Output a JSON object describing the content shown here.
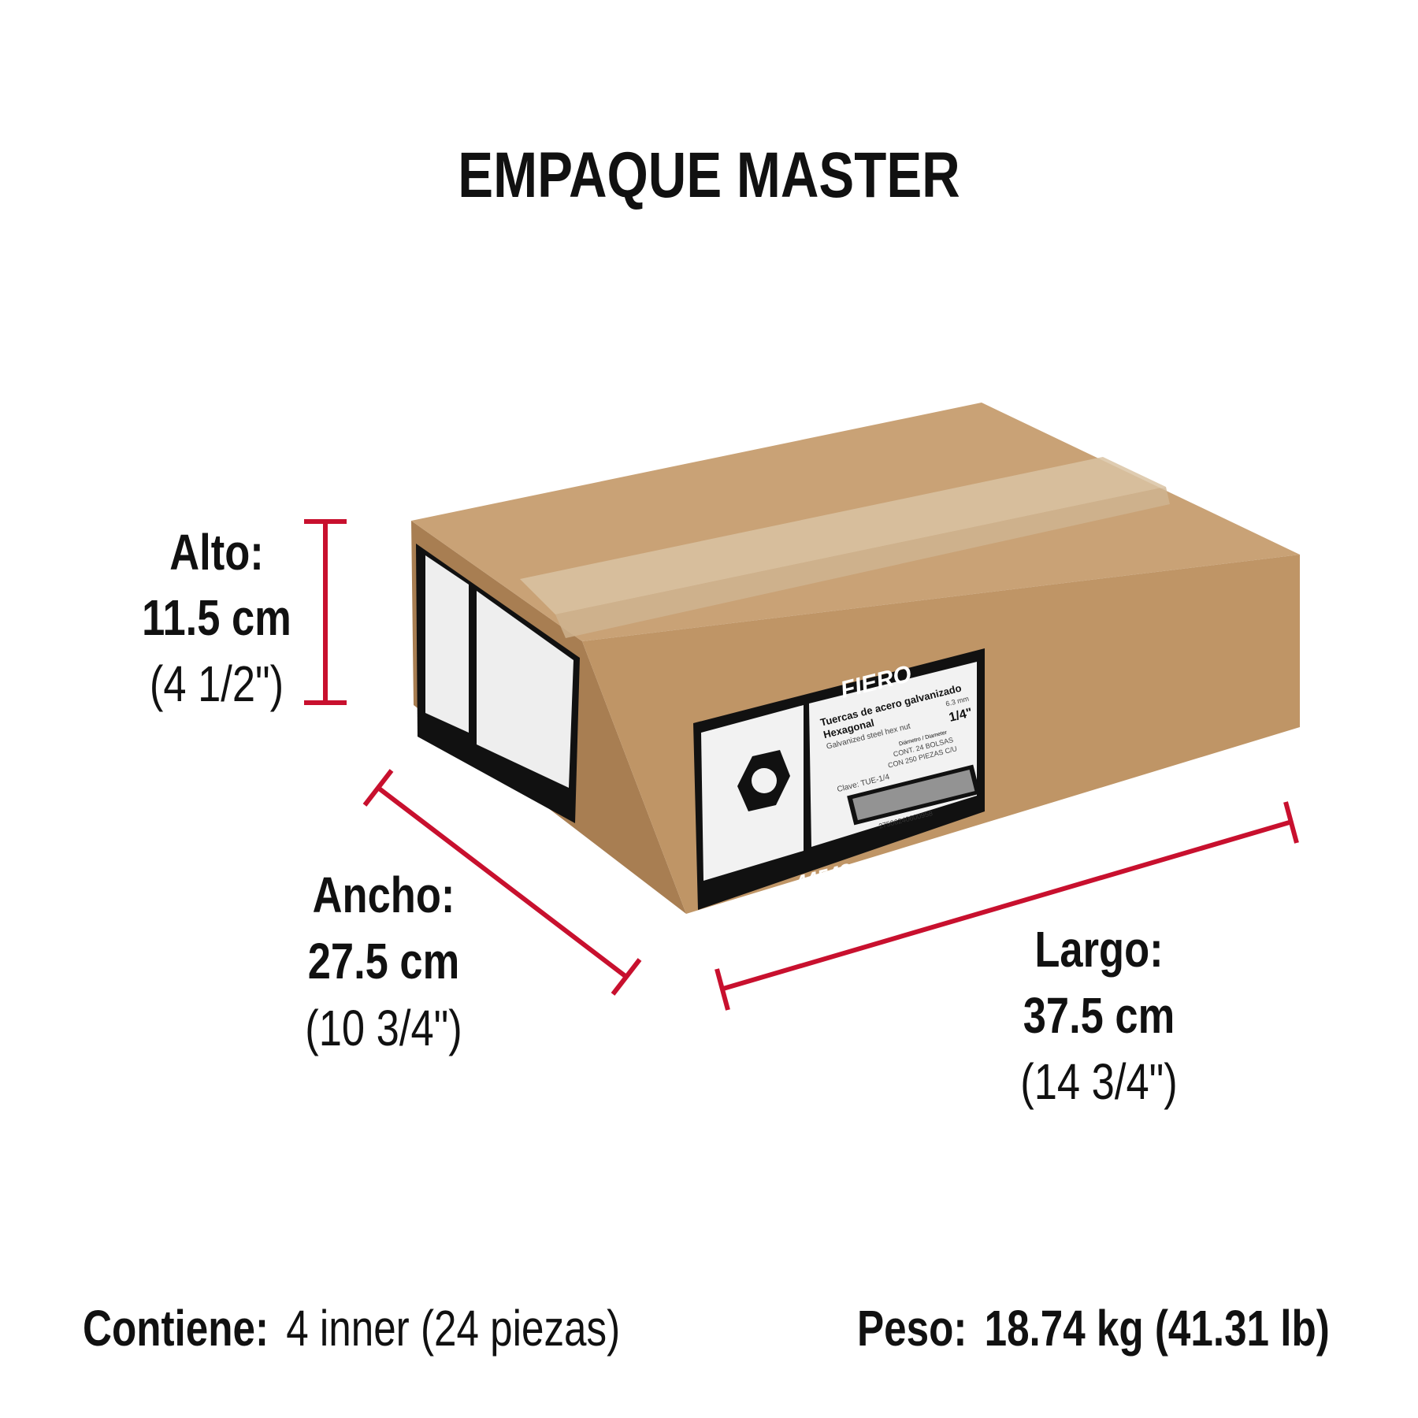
{
  "title": "EMPAQUE MASTER",
  "dimensions": {
    "alto": {
      "label": "Alto:",
      "metric": "11.5 cm",
      "imperial": "(4 1/2\")"
    },
    "ancho": {
      "label": "Ancho:",
      "metric": "27.5 cm",
      "imperial": "(10 3/4\")"
    },
    "largo": {
      "label": "Largo:",
      "metric": "37.5 cm",
      "imperial": "(14 3/4\")"
    }
  },
  "footer": {
    "contiene_label": "Contiene:",
    "contiene_value": "4 inner (24 piezas)",
    "peso_label": "Peso:",
    "peso_value": "18.74 kg (41.31 lb)"
  },
  "box_label": {
    "brand": "FIERO",
    "product": "Tuercas de acero galvanizado",
    "subtitle": "Hexagonal",
    "english": "Galvanized steel hex nut",
    "size_mm": "6.3 mm",
    "size_in": "1/4\"",
    "diameter": "Diámetro / Diameter",
    "contents1": "CONT. 24 BOLSAS",
    "contents2": "CON 250 PIEZAS C/U",
    "clave": "Clave: TUE-1/4",
    "barcode": "27506240600958",
    "codigo_label": "Código:",
    "codigo": "44548"
  },
  "colors": {
    "dimension_line": "#c8102e",
    "cardboard": "#c49a6c",
    "text": "#111111"
  }
}
